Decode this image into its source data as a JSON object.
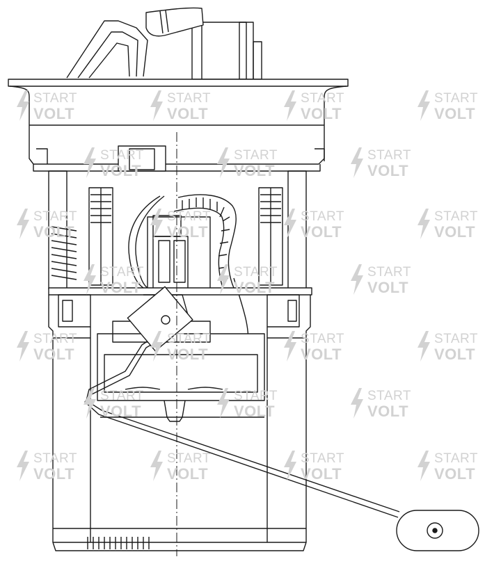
{
  "watermark": {
    "line1": "START",
    "line2": "VOLT",
    "color": "#d2d2d2"
  },
  "drawing": {
    "subject": "fuel-pump-module-line-drawing",
    "stroke_color": "#1a1a1a"
  }
}
